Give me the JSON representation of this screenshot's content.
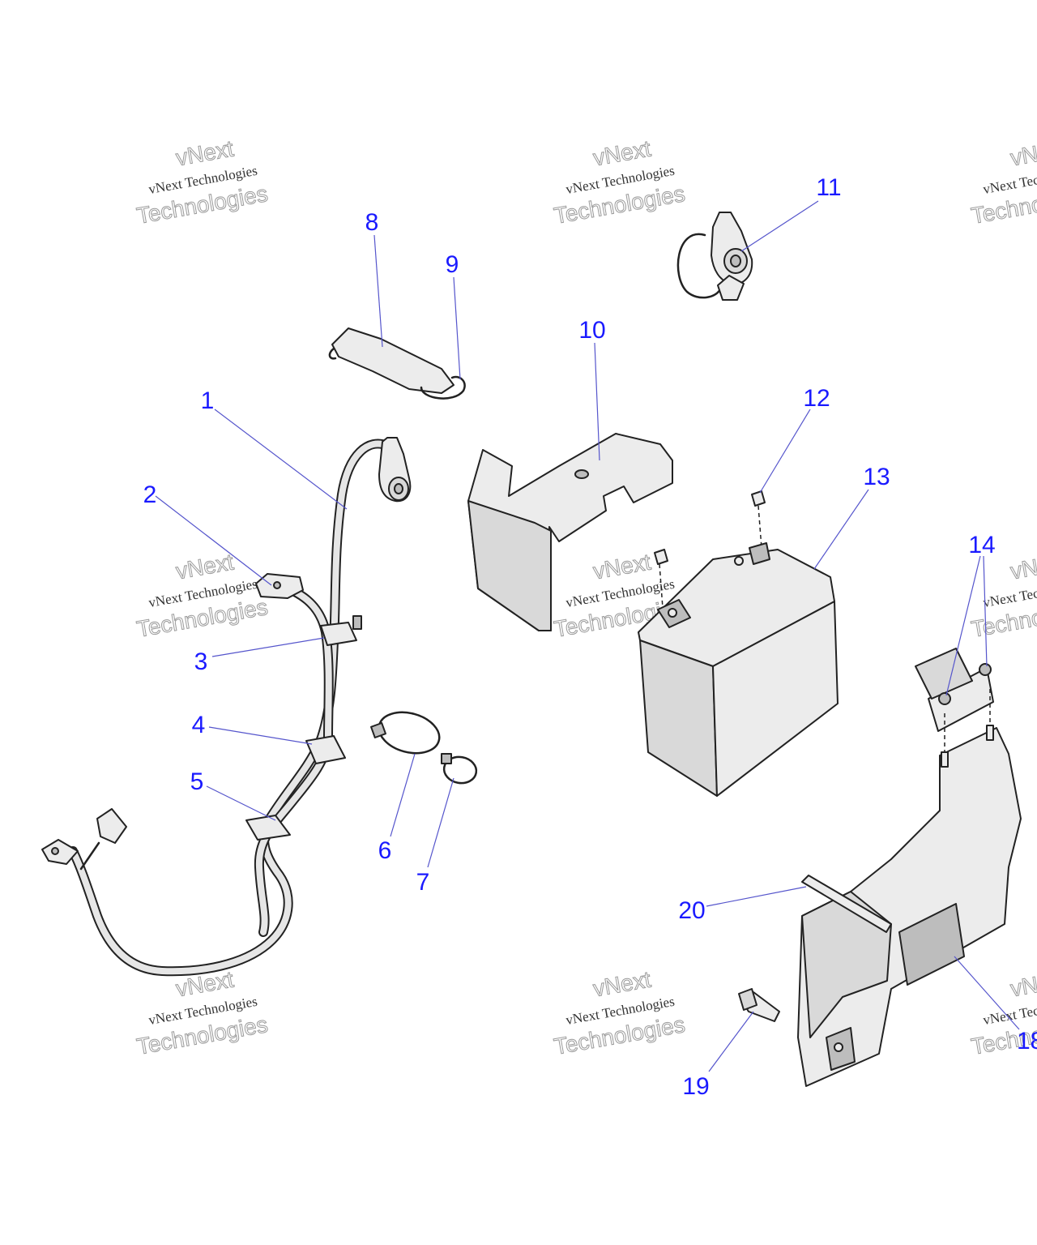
{
  "watermark": {
    "line1": "vNext",
    "line2": "vNext Technologies",
    "line3": "Technologies"
  },
  "callouts": {
    "c1": "1",
    "c2": "2",
    "c3": "3",
    "c4": "4",
    "c5": "5",
    "c6": "6",
    "c7": "7",
    "c8": "8",
    "c9": "9",
    "c10": "10",
    "c11": "11",
    "c12": "12",
    "c13": "13",
    "c14": "14",
    "c18": "18",
    "c19": "19",
    "c20": "20"
  },
  "colors": {
    "callout": "#1a1aff",
    "leader": "#5555cc",
    "part_fill": "#d9d9d9",
    "outline": "#222222"
  }
}
